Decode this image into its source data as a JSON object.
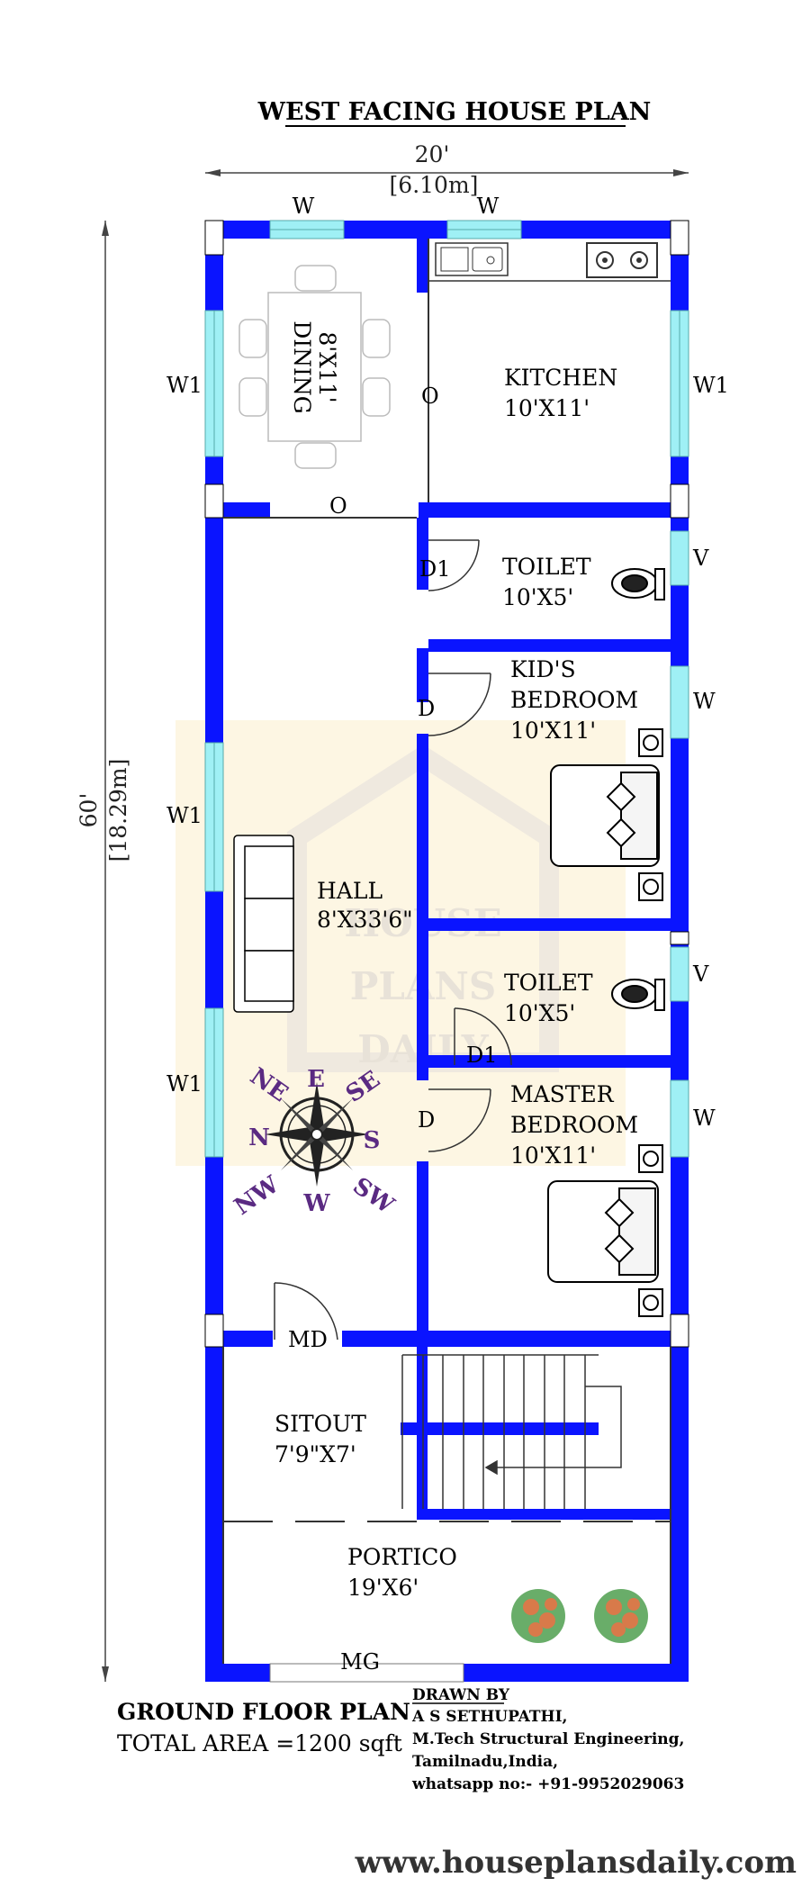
{
  "title": "WEST FACING HOUSE PLAN",
  "dimensions": {
    "width_ft": "20'",
    "width_m": "[6.10m]",
    "length_ft": "60'",
    "length_m": "[18.29m]"
  },
  "rooms": {
    "dining": {
      "name": "DINING",
      "size": "8'X11'"
    },
    "kitchen": {
      "name": "KITCHEN",
      "size": "10'X11'"
    },
    "toilet1": {
      "name": "TOILET",
      "size": "10'X5'"
    },
    "kids_bedroom": {
      "line1": "KID'S",
      "line2": "BEDROOM",
      "size": "10'X11'"
    },
    "hall": {
      "name": "HALL",
      "size": "8'X33'6\""
    },
    "toilet2": {
      "name": "TOILET",
      "size": "10'X5'"
    },
    "master_bedroom": {
      "line1": "MASTER",
      "line2": "BEDROOM",
      "size": "10'X11'"
    },
    "sitout": {
      "name": "SITOUT",
      "size": "7'9\"X7'"
    },
    "portico": {
      "name": "PORTICO",
      "size": "19'X6'"
    }
  },
  "labels": {
    "window": "W",
    "window1": "W1",
    "ventilator": "V",
    "opening": "O",
    "door": "D",
    "door1": "D1",
    "main_door": "MD",
    "main_gate": "MG"
  },
  "compass": {
    "n": "N",
    "s": "S",
    "e": "E",
    "w": "W",
    "ne": "NE",
    "nw": "NW",
    "se": "SE",
    "sw": "SW"
  },
  "watermark": {
    "line1": "HOUSE",
    "line2": "PLANS",
    "line3": "DAILY"
  },
  "footer": {
    "plan_name": "GROUND FLOOR PLAN",
    "total_area": "TOTAL AREA =1200 sqft",
    "drawn_by": "DRAWN BY",
    "author": "A S SETHUPATHI,",
    "qualification": "M.Tech Structural Engineering,",
    "location": "Tamilnadu,India,",
    "contact": "whatsapp no:- +91-9952029063",
    "website": "www.houseplansdaily.com"
  },
  "colors": {
    "wall": "#0a14ff",
    "window": "#9ff0f5",
    "watermark_bg": "#fdf6e3",
    "compass_text": "#5a2a82"
  }
}
